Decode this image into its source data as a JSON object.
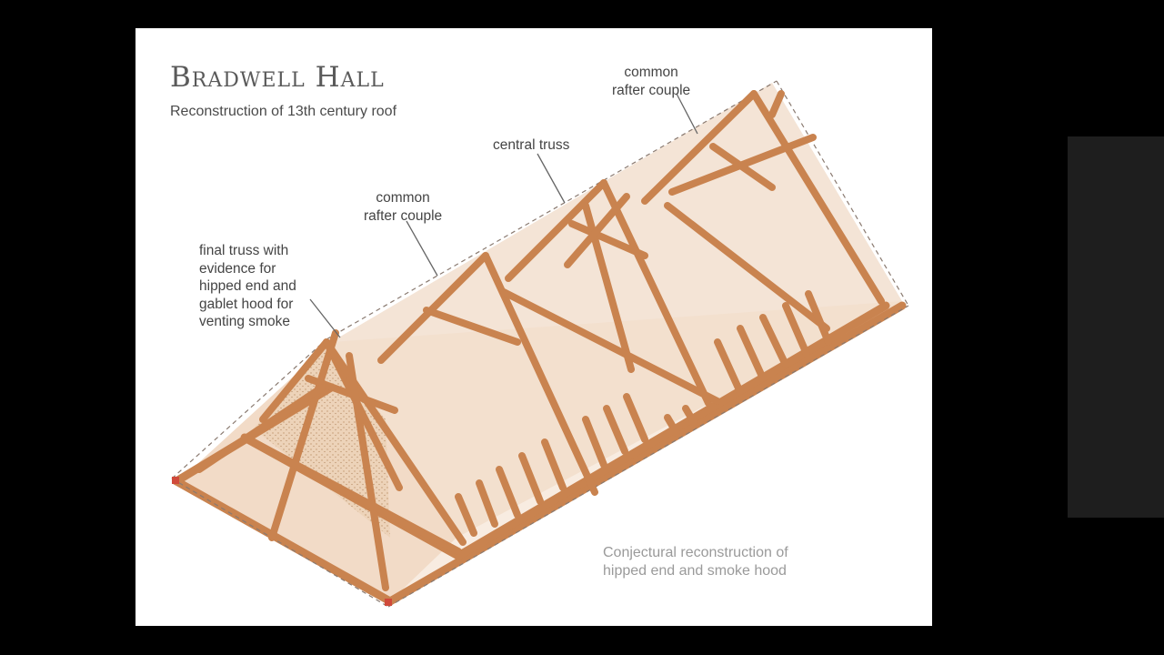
{
  "title": "Bradwell Hall",
  "subtitle": "Reconstruction of 13th century roof",
  "labels": {
    "common_rafter_top": "common\nrafter couple",
    "central_truss": "central truss",
    "common_rafter_mid": "common\nrafter couple",
    "final_truss": "final truss with\nevidence for\nhipped end and\ngablet hood for\nventing smoke"
  },
  "caption": "Conjectural reconstruction of\nhipped end and smoke hood",
  "colors": {
    "timber": "#c9834f",
    "timber_dark": "#9a5a30",
    "roof_fill": "#f1dccb",
    "hip_fill": "#e8c8a6",
    "leader": "#666666",
    "outline_dash": "#8a7a70"
  }
}
